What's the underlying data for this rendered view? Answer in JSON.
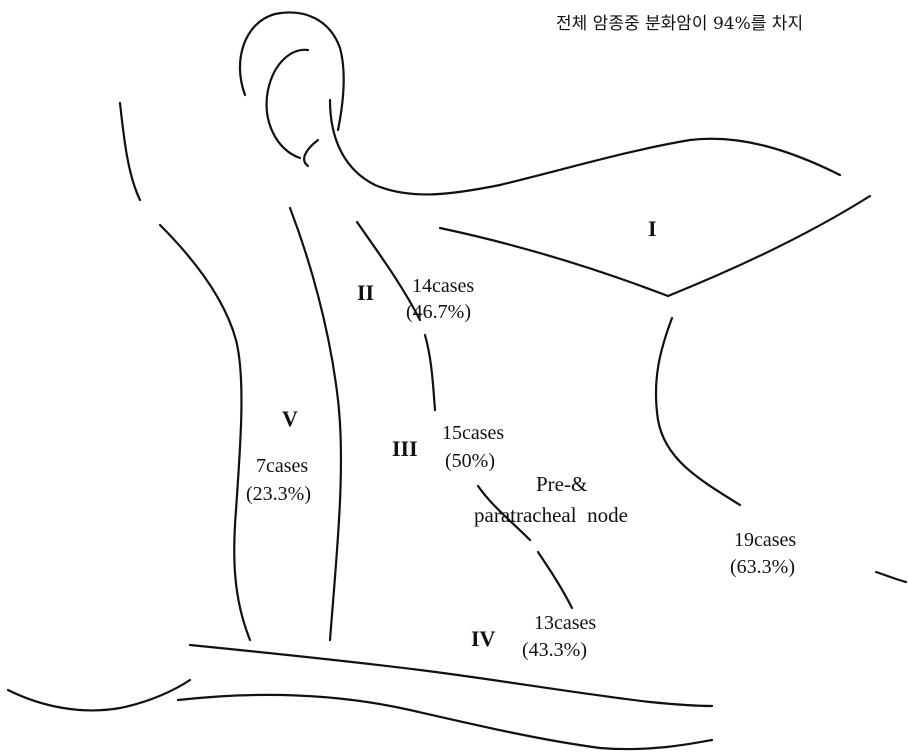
{
  "caption": "전체 암종중 분화암이 94%를 차지",
  "levels": {
    "I": {
      "roman": "I"
    },
    "II": {
      "roman": "II",
      "count": "14cases",
      "percent": "(46.7%)"
    },
    "III": {
      "roman": "III",
      "count": "15cases",
      "percent": "(50%)"
    },
    "IV": {
      "roman": "IV",
      "count": "13cases",
      "percent": "(43.3%)"
    },
    "V": {
      "roman": "V",
      "count": "7cases",
      "percent": "(23.3%)"
    }
  },
  "paratracheal": {
    "line1": "Pre-&",
    "line2": "paratracheal  node",
    "count": "19cases",
    "percent": "(63.3%)"
  },
  "colors": {
    "line": "#111111",
    "background": "#ffffff"
  }
}
